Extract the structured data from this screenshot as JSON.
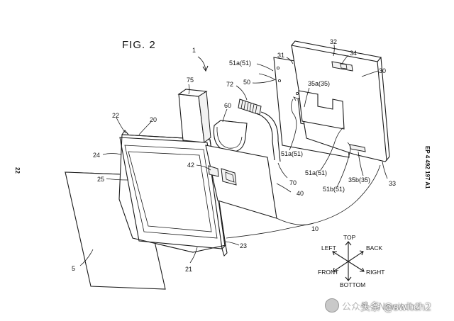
{
  "figure": {
    "title": "FIG. 2",
    "main_ref": "1"
  },
  "page_header": {
    "page_number": "22",
    "publication_number": "EP 4 492 197 A1"
  },
  "labels": {
    "r5": "5",
    "r10": "10",
    "r20": "20",
    "r21": "21",
    "r22": "22",
    "r23": "23",
    "r24": "24",
    "r25": "25",
    "r30": "30",
    "r31": "31",
    "r32": "32",
    "r33": "33",
    "r34": "34",
    "r35a": "35a(35)",
    "r35b": "35b(35)",
    "r40": "40",
    "r42": "42",
    "r50": "50",
    "r51a_top": "51a(51)",
    "r51a_mid": "51a(51)",
    "r51a_low": "51a(51)",
    "r51b": "51b(51)",
    "r60": "60",
    "r70": "70",
    "r72": "72",
    "r75": "75"
  },
  "directions": {
    "top": "TOP",
    "back": "BACK",
    "left": "LEFT",
    "right": "RIGHT",
    "front": "FRONT",
    "bottom": "BOTTOM"
  },
  "watermark": {
    "faint_text": "公众号 · Nswitch2",
    "text": "头条 @switch2"
  }
}
